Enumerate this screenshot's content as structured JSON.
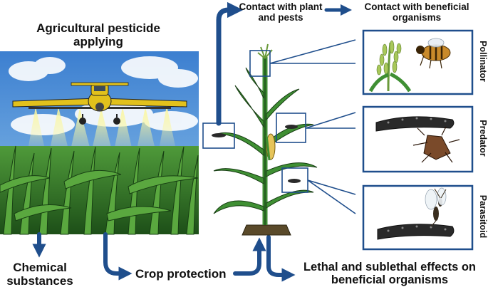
{
  "title": "Agricultural pesticide applying",
  "chemical_label": "Chemical substances",
  "crop_protection_label": "Crop protection",
  "contact_plant_label": "Contact with plant and pests",
  "contact_beneficial_label": "Contact with beneficial organisms",
  "effects_label": "Lethal and sublethal effects on beneficial organisms",
  "organisms": [
    {
      "label": "Pollinator",
      "icon": "bee-on-tassel-icon"
    },
    {
      "label": "Predator",
      "icon": "stink-bug-on-caterpillar-icon"
    },
    {
      "label": "Parasitoid",
      "icon": "wasp-on-caterpillar-icon"
    }
  ],
  "colors": {
    "arrow": "#1f4e8c",
    "box_border": "#1f4e8c",
    "sky": "#4f8fd6",
    "crop": "#2f7a26",
    "plane": "#e2c11c",
    "spray": "#f4ef7a"
  }
}
